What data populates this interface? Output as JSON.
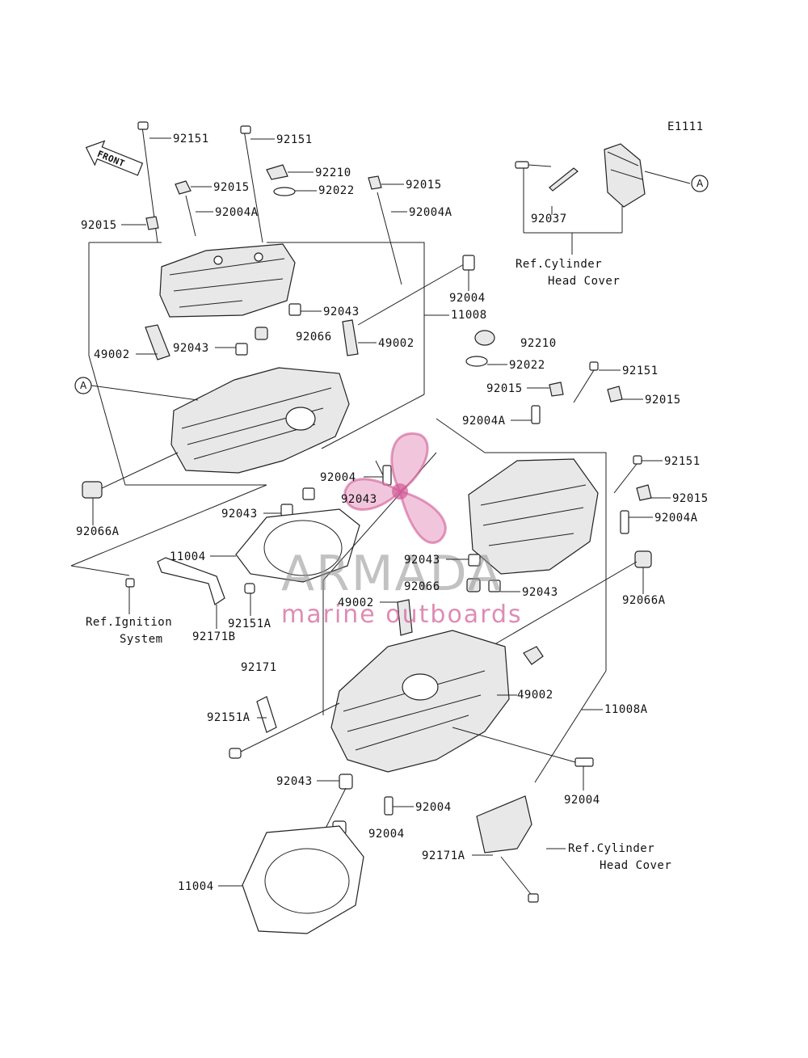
{
  "diagram_code": "E1111",
  "front_arrow_text": "FRONT",
  "ref_marker": "A",
  "ref_cylinder_head_cover": [
    "Ref.Cylinder",
    "Head Cover"
  ],
  "ref_ignition_system": [
    "Ref.Ignition",
    "System"
  ],
  "watermark": {
    "brand": "ARMADA",
    "tagline": "marine outboards",
    "logo_color": "#d25a96"
  },
  "labels": {
    "p92151_a": "92151",
    "p92151_b": "92151",
    "p92210_a": "92210",
    "p92015_a": "92015",
    "p92022_a": "92022",
    "p92015_b": "92015",
    "p92004A_a": "92004A",
    "p92004A_b": "92004A",
    "p92015_c": "92015",
    "p92037": "92037",
    "p92004_a": "92004",
    "p11008": "11008",
    "p92043_a": "92043",
    "p92066": "92066",
    "p49002_a": "49002",
    "p92043_b": "92043",
    "p49002_b": "49002",
    "p92210_b": "92210",
    "p92022_b": "92022",
    "p92151_c": "92151",
    "p92015_d": "92015",
    "p92015_e": "92015",
    "p92004A_c": "92004A",
    "p92151_d": "92151",
    "p92004_b": "92004",
    "p92043_c": "92043",
    "p92015_f": "92015",
    "p92004A_d": "92004A",
    "p92066A_a": "92066A",
    "p92043_d": "92043",
    "p11004_a": "11004",
    "p92043_e": "92043",
    "p92066_b": "92066",
    "p92043_f": "92043",
    "p49002_c": "49002",
    "p92066A_b": "92066A",
    "p92151A_a": "92151A",
    "p92171B": "92171B",
    "p92171": "92171",
    "p49002_d": "49002",
    "p11008A": "11008A",
    "p92151A_b": "92151A",
    "p92043_g": "92043",
    "p92004_c": "92004",
    "p92004_d": "92004",
    "p92004_e": "92004",
    "p92171A": "92171A",
    "p11004_b": "11004"
  }
}
